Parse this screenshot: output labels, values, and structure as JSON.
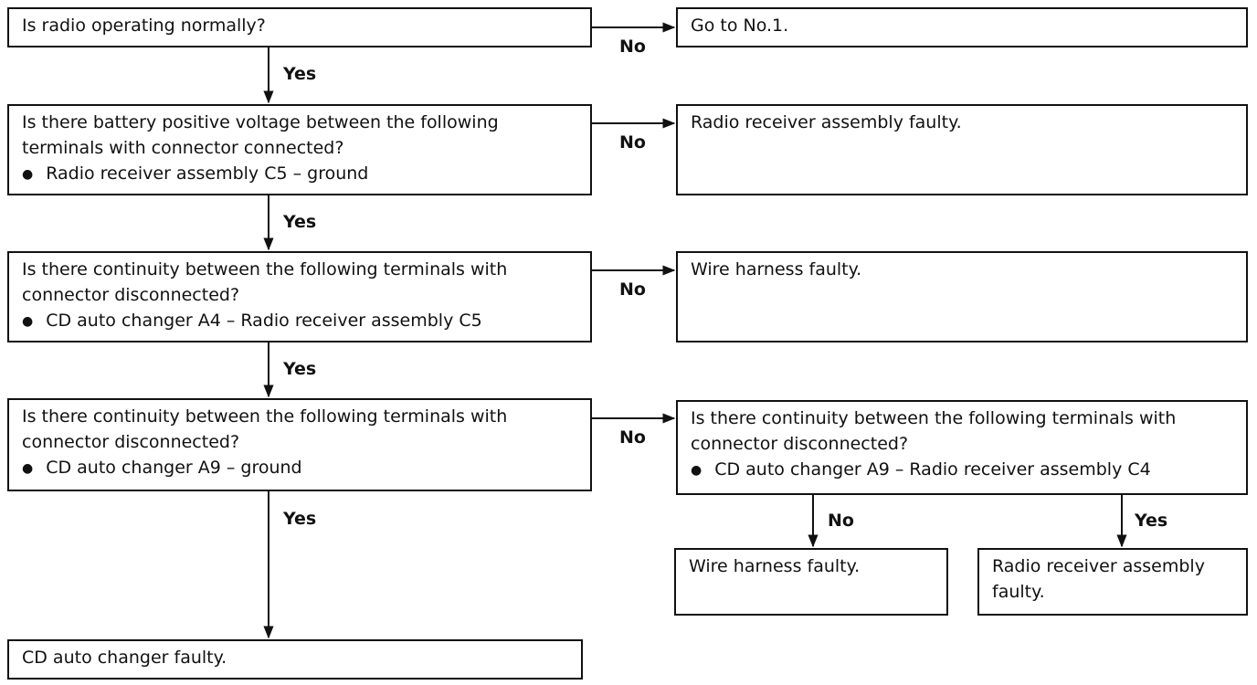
{
  "q1": {
    "text": "Is radio operating normally?"
  },
  "r1": {
    "text": "Go to No.1."
  },
  "q2": {
    "line1": "Is there battery positive voltage between the following",
    "line2": "terminals with connector connected?",
    "bullet": "Radio receiver assembly C5 – ground"
  },
  "r2": {
    "text": "Radio receiver assembly faulty."
  },
  "q3": {
    "line1": "Is there continuity between the following terminals with",
    "line2": "connector disconnected?",
    "bullet": "CD auto changer A4 – Radio receiver assembly C5"
  },
  "r3": {
    "text": "Wire harness faulty."
  },
  "q4": {
    "line1": "Is there continuity between the following terminals with",
    "line2": "connector disconnected?",
    "bullet": "CD auto changer A9 – ground"
  },
  "q5": {
    "line1": "Is there continuity between the following terminals with",
    "line2": "connector disconnected?",
    "bullet": "CD auto changer A9 – Radio receiver assembly C4"
  },
  "r5a": {
    "text": "Wire harness faulty."
  },
  "r5b": {
    "line1": "Radio receiver assembly",
    "line2": "faulty."
  },
  "r4": {
    "text": "CD auto changer faulty."
  },
  "labels": {
    "yes": "Yes",
    "no": "No"
  }
}
